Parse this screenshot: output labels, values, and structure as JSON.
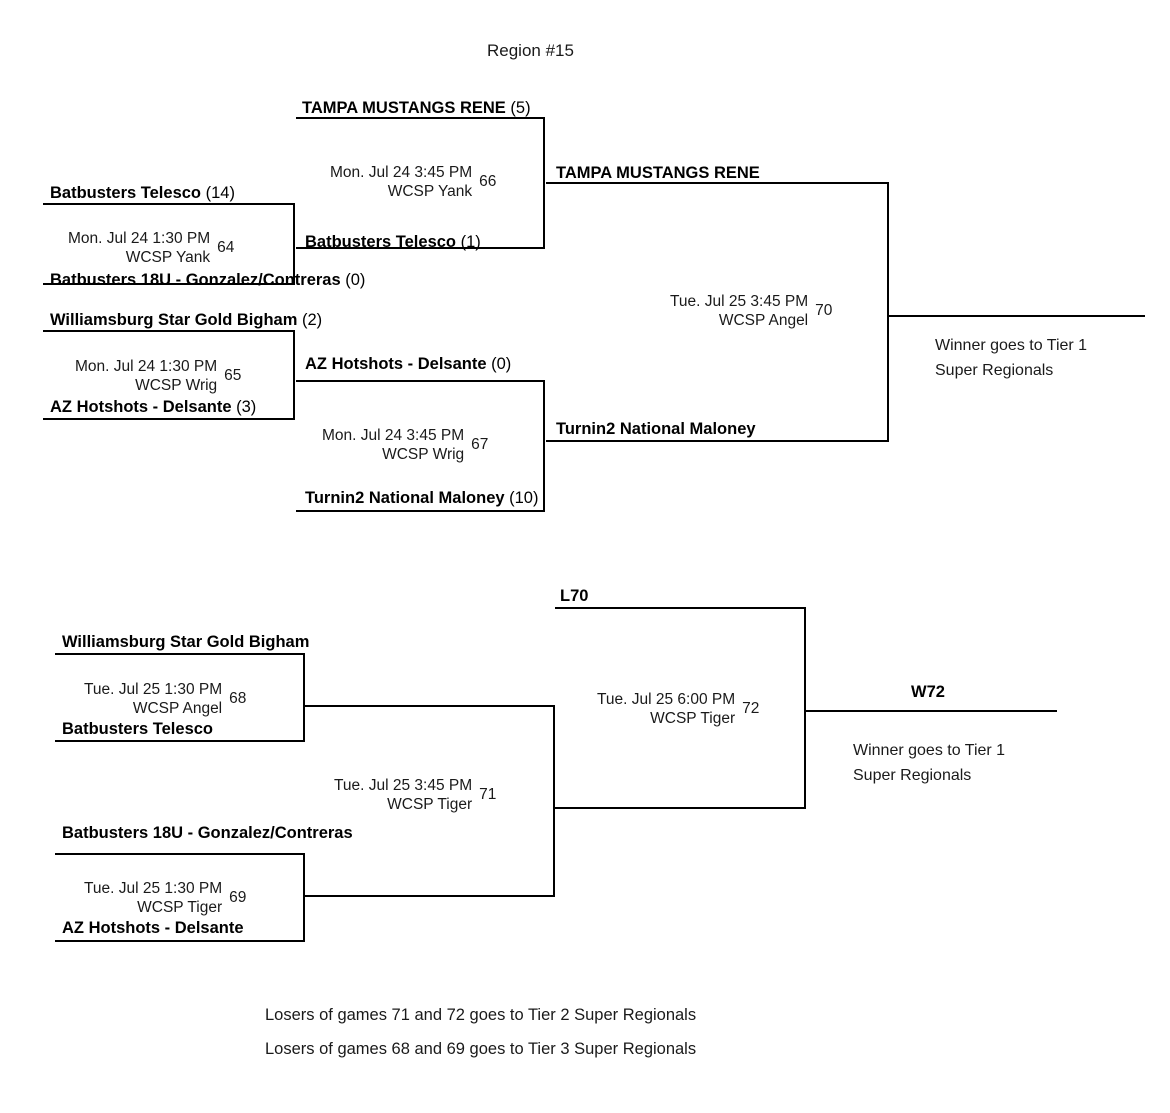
{
  "title": "Region #15",
  "winners_bracket": {
    "round1": [
      {
        "game_number": "64",
        "datetime": "Mon. Jul 24 1:30 PM",
        "venue": "WCSP Yank",
        "top_team": "Batbusters Telesco",
        "top_score": "(14)",
        "bottom_team": "Batbusters 18U - Gonzalez/Contreras",
        "bottom_score": "(0)"
      },
      {
        "game_number": "65",
        "datetime": "Mon. Jul 24 1:30 PM",
        "venue": "WCSP Wrig",
        "top_team": "Williamsburg Star Gold Bigham",
        "top_score": "(2)",
        "bottom_team": "AZ Hotshots - Delsante",
        "bottom_score": "(3)"
      }
    ],
    "round2": [
      {
        "game_number": "66",
        "datetime": "Mon. Jul 24 3:45 PM",
        "venue": "WCSP Yank",
        "top_team": "TAMPA MUSTANGS RENE",
        "top_score": "(5)",
        "bottom_team": "Batbusters Telesco",
        "bottom_score": "(1)"
      },
      {
        "game_number": "67",
        "datetime": "Mon. Jul 24 3:45 PM",
        "venue": "WCSP Wrig",
        "top_team": "AZ Hotshots - Delsante",
        "top_score": "(0)",
        "bottom_team": "Turnin2 National Maloney",
        "bottom_score": "(10)"
      }
    ],
    "final": {
      "game_number": "70",
      "datetime": "Tue. Jul 25 3:45 PM",
      "venue": "WCSP Angel",
      "top_team": "TAMPA MUSTANGS RENE",
      "bottom_team": "Turnin2 National Maloney",
      "advance_line1": "Winner goes to Tier 1",
      "advance_line2": "Super Regionals"
    }
  },
  "losers_bracket": {
    "round1": [
      {
        "game_number": "68",
        "datetime": "Tue. Jul 25 1:30 PM",
        "venue": "WCSP Angel",
        "top_team": "Williamsburg Star Gold Bigham",
        "bottom_team": "Batbusters Telesco"
      },
      {
        "game_number": "69",
        "datetime": "Tue. Jul 25 1:30 PM",
        "venue": "WCSP Tiger",
        "top_team": "Batbusters 18U - Gonzalez/Contreras",
        "bottom_team": "AZ Hotshots - Delsante"
      }
    ],
    "round2": {
      "game_number": "71",
      "datetime": "Tue. Jul 25 3:45 PM",
      "venue": "WCSP Tiger"
    },
    "final": {
      "game_number": "72",
      "datetime": "Tue. Jul 25 6:00 PM",
      "venue": "WCSP Tiger",
      "top_team": "L70",
      "winner_label": "W72",
      "advance_line1": "Winner goes to Tier 1",
      "advance_line2": "Super Regionals"
    }
  },
  "footnotes": [
    "Losers of games 71 and 72 goes to Tier 2 Super Regionals",
    "Losers of games 68 and 69 goes to Tier 3 Super Regionals"
  ]
}
